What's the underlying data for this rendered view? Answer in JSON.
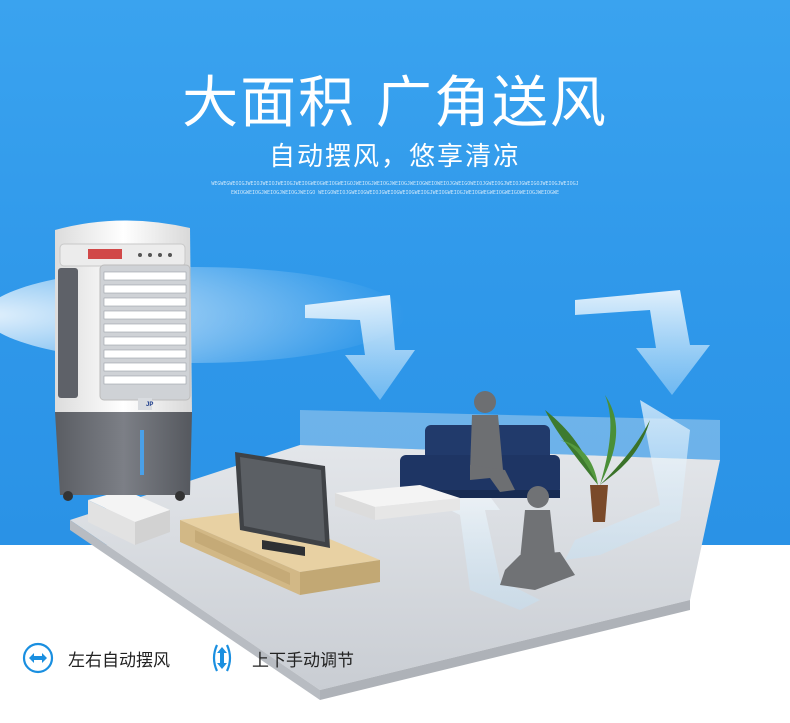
{
  "hero": {
    "title": "大面积  广角送风",
    "subtitle": "自动摆风，悠享清凉",
    "fine_text": "WEGWEGWEOIGJWEIOJWEIOJWEIOGJWEIOGWEOGWEIOGWEIGOJWEIOGJWEIOGJWEIOGJWEIOGWEIOWEIOJGWEIGOWEIOJGWEIOGJWEIOJGWEIGOJWEIOGJWEIOGJEWIOGWEIOGJWEIOGJWEIOGJWEIGO WEIGOWEIOJGWEIOGWEIOJGWEIOGWEIOGWEIOGJWEIOGWEIOGJWEIOGWEGWEIOGWEIGOWEIOGJWEIOGWE"
  },
  "product": {
    "brand_logo": "JP"
  },
  "features": [
    {
      "icon": "swing-horizontal-icon",
      "label": "左右自动摆风"
    },
    {
      "icon": "swing-vertical-icon",
      "label": "上下手动调节"
    }
  ],
  "colors": {
    "sky": "#3aa3ef",
    "accent": "#1a8fe0",
    "floor": "#d9dde3"
  }
}
